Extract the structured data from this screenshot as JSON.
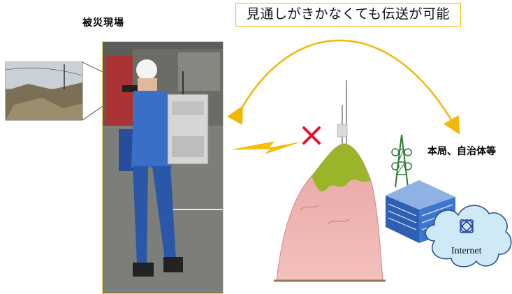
{
  "labels": {
    "disaster_site": "被災現場",
    "transmission_note": "見通しがきかなくても伝送が可能",
    "hq": "本局、自治体等",
    "internet": "Internet"
  },
  "colors": {
    "arc": "#f2b705",
    "blocked_mark": "#e8112d",
    "lightning": "#f7c200",
    "mountain_fill": "#f0b0ae",
    "mountain_top": "#9bb52a",
    "cloud": "#cfe9f7",
    "building": "#2f5fb3"
  }
}
